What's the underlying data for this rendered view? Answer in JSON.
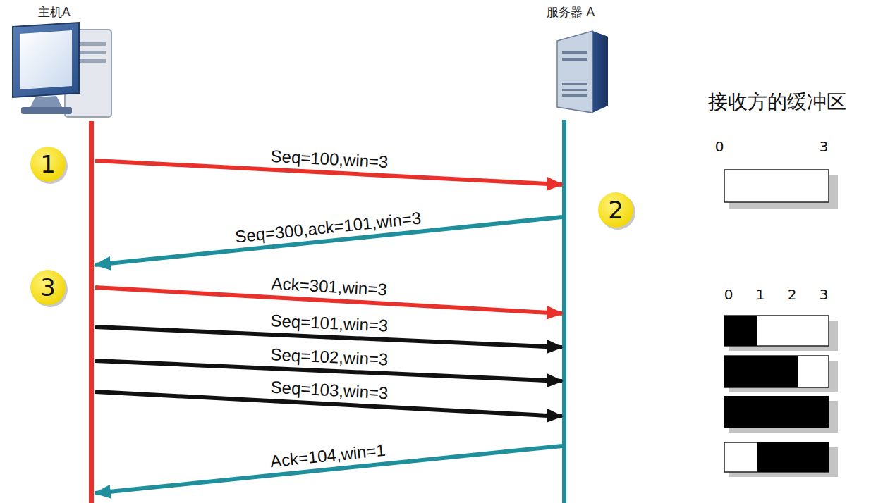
{
  "diagram": {
    "nodes": [
      {
        "text": [
          "主机A"
        ]
      },
      {
        "text": [
          "服务器 A"
        ]
      }
    ],
    "edges": [
      {
        "from": 0,
        "to": 1,
        "arrow": "to",
        "label": "Seq=100,win=3"
      },
      {
        "from": 1,
        "to": 0,
        "arrow": "to",
        "label": "Seq=300,ack=101,win=3"
      },
      {
        "from": 0,
        "to": 1,
        "arrow": "to",
        "label": "Ack=301,win=3"
      },
      {
        "from": 0,
        "to": 1,
        "arrow": "to",
        "label": "Seq=101,win=3"
      },
      {
        "from": 0,
        "to": 1,
        "arrow": "to",
        "label": "Seq=102,win=3"
      },
      {
        "from": 0,
        "to": 1,
        "arrow": "to",
        "label": "Seq=103,win=3"
      },
      {
        "from": 1,
        "to": 0,
        "arrow": "to",
        "label": "Ack=104,win=1"
      }
    ],
    "labels": [
      "1",
      "2",
      "3",
      "接收方的缓冲区",
      "0",
      "3",
      "0",
      "1",
      "2",
      "3"
    ]
  }
}
